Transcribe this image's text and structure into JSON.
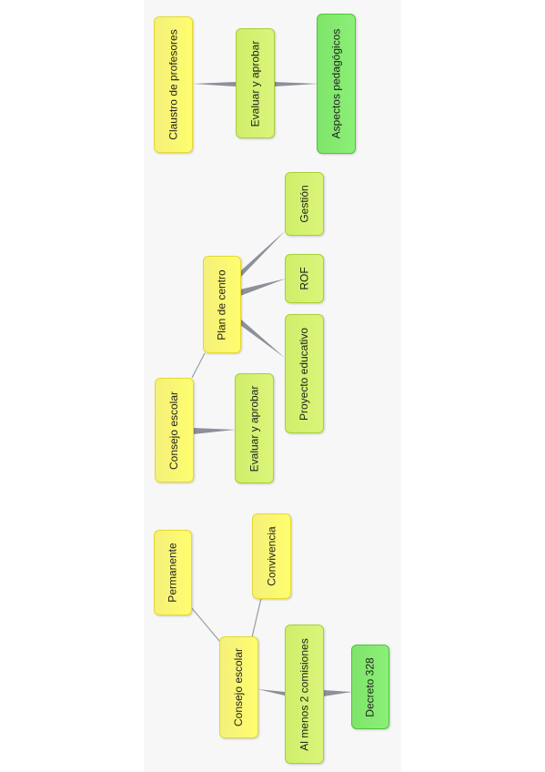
{
  "nodes": {
    "permanente": "Permanente",
    "convivencia": "Convivencia",
    "consejo_escolar_1": "Consejo escolar",
    "al_menos_2_comisiones": "Al menos 2 comisiones",
    "decreto_328": "Decreto 328",
    "consejo_escolar_2": "Consejo escolar",
    "evaluar_aprobar_1": "Evaluar y aprobar",
    "plan_de_centro": "Plan de centro",
    "proyecto_educativo": "Proyecto educativo",
    "rof": "ROF",
    "gestion": "Gestión",
    "claustro": "Claustro de profesores",
    "evaluar_aprobar_2": "Evaluar y aprobar",
    "aspectos_pedagogicos": "Aspectos pedagógicos"
  },
  "colors": {
    "yellow": "#fffd6e",
    "lime": "#dbf57a",
    "green": "#8cf078",
    "connector": "#8d8f99"
  }
}
